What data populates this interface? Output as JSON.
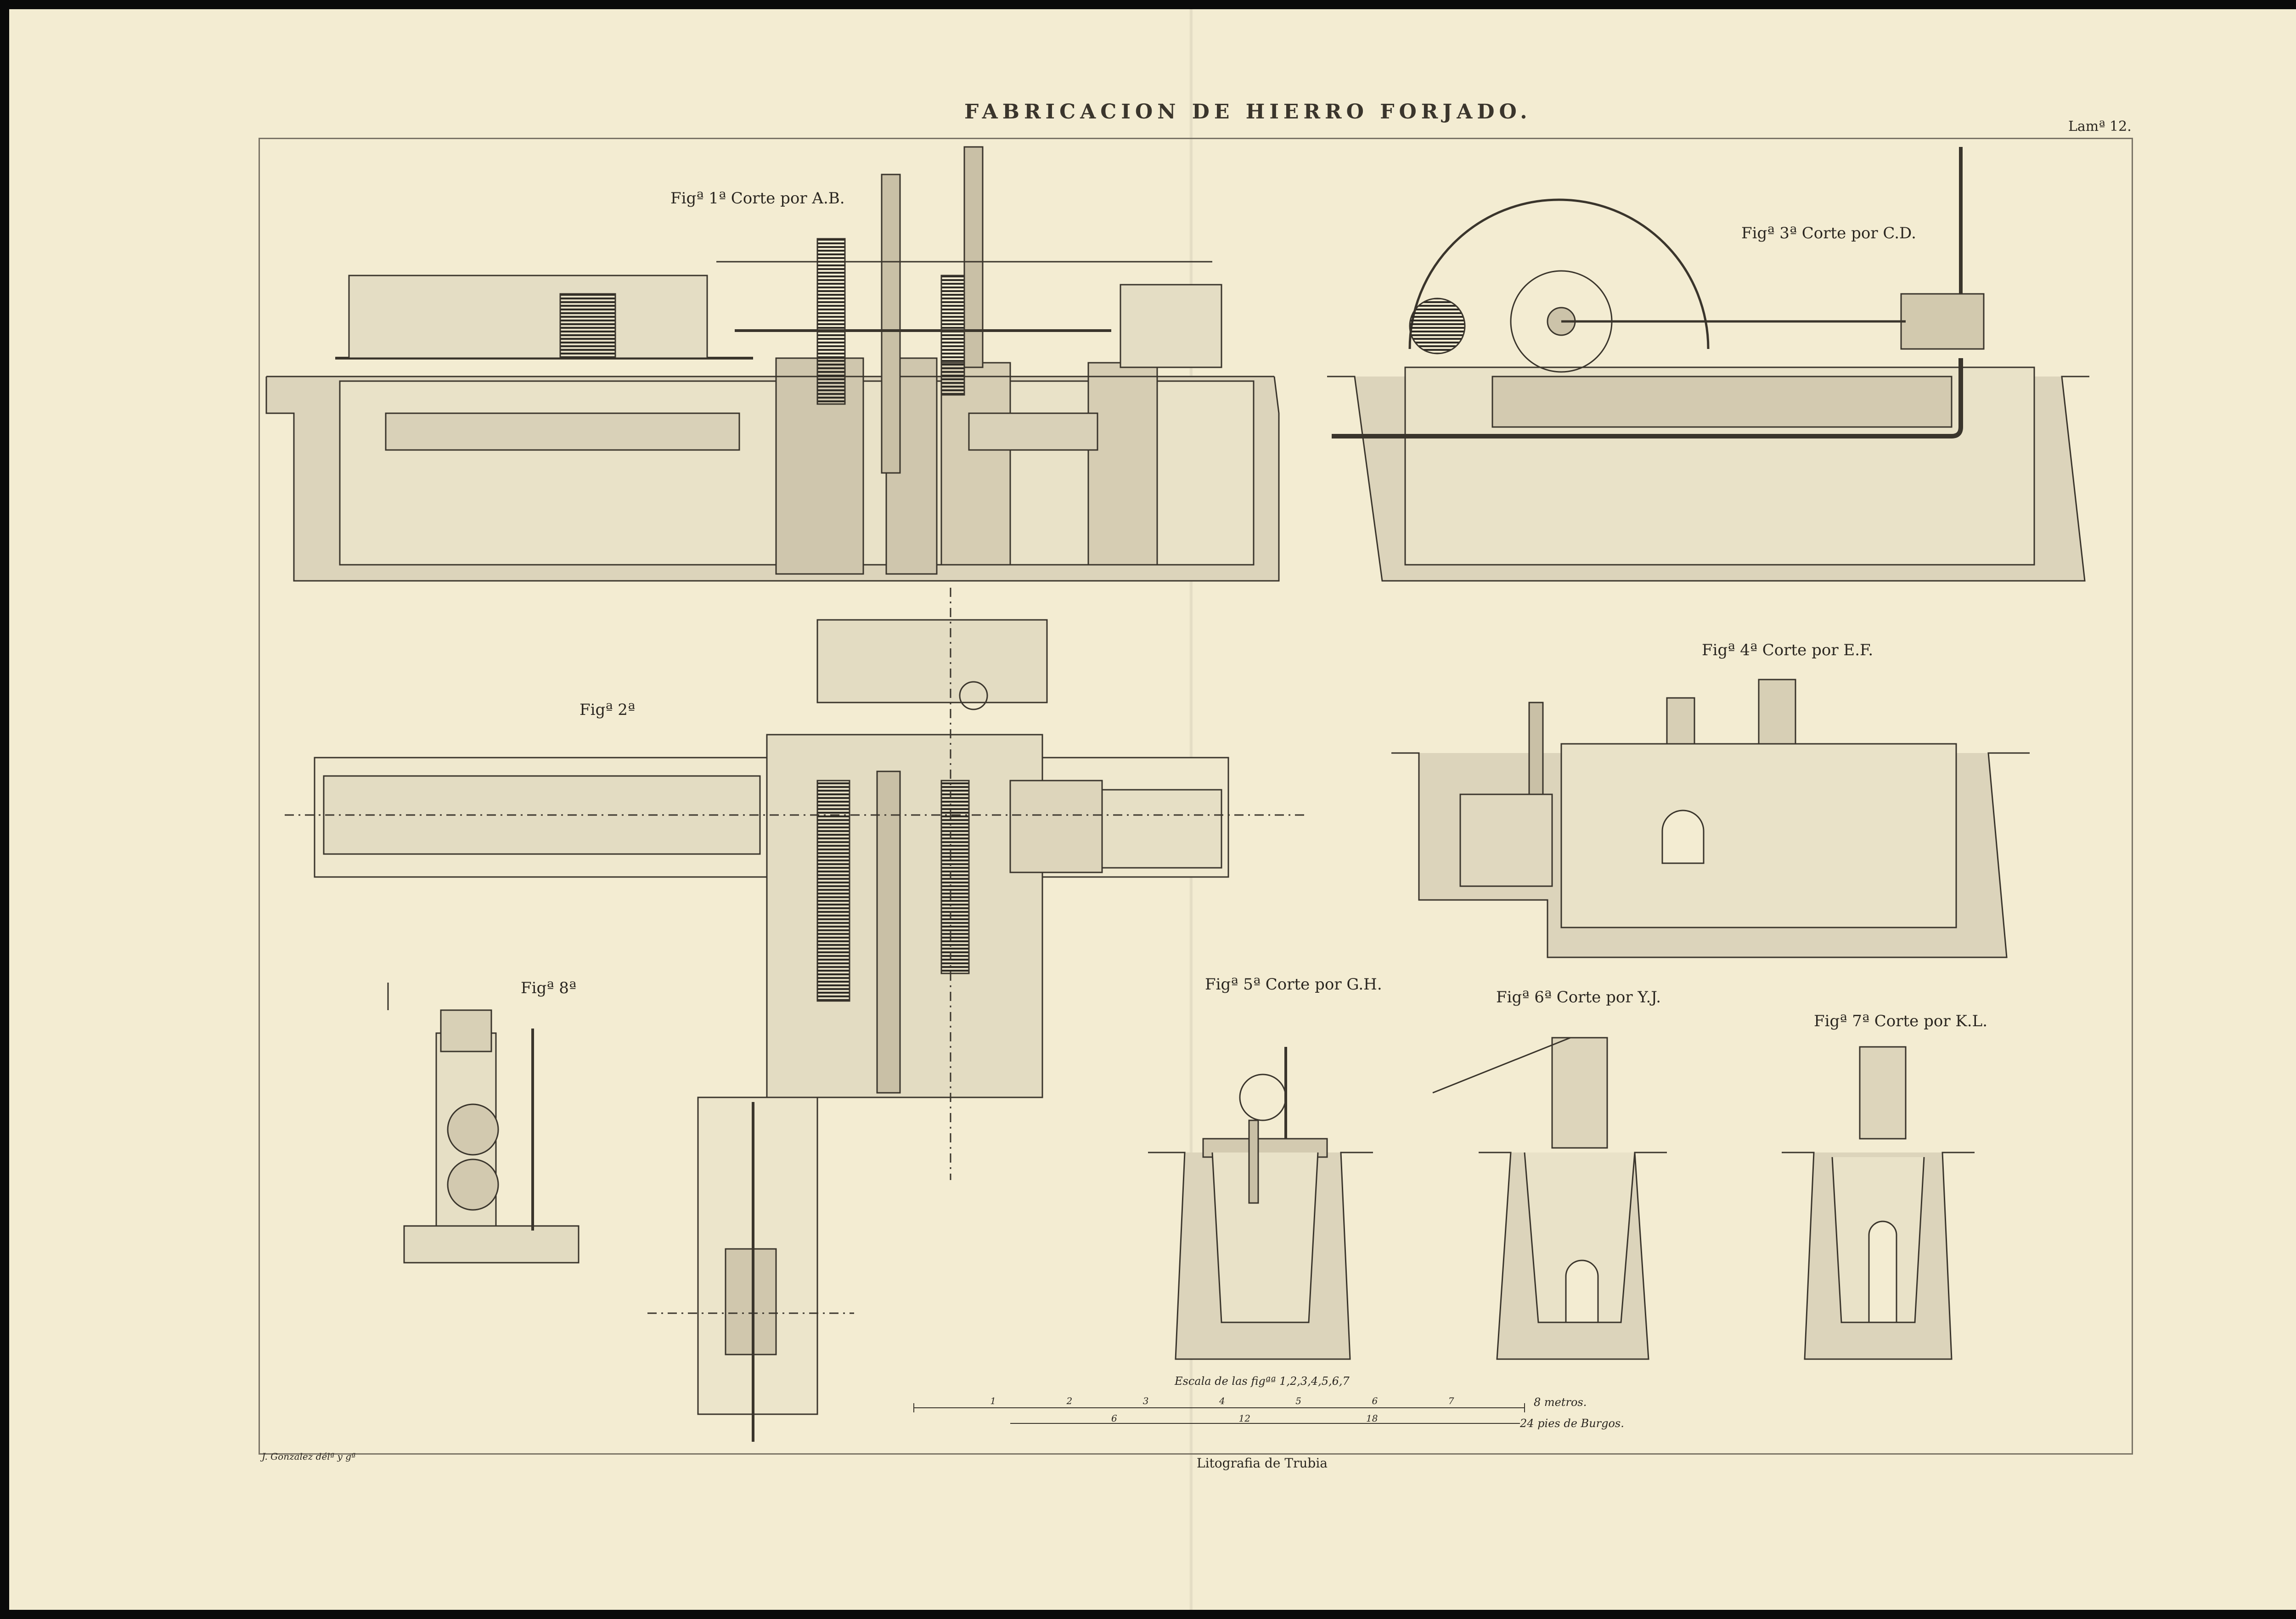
{
  "header": {
    "title": "FABRICACION DE HIERRO FORJADO.",
    "plate": "Lamª 12."
  },
  "figures": {
    "fig1": "Figª 1ª Corte por A.B.",
    "fig2": "Figª 2ª",
    "fig3": "Figª 3ª Corte por C.D.",
    "fig4": "Figª 4ª Corte por E.F.",
    "fig5": "Figª 5ª Corte por G.H.",
    "fig6": "Figª 6ª Corte por Y.J.",
    "fig7": "Figª 7ª Corte por K.L.",
    "fig8": "Figª 8ª"
  },
  "scale": {
    "caption": "Escala de las figªª 1,2,3,4,5,6,7",
    "metros_label": "8 metros.",
    "pies_label": "24 pies de Burgos.",
    "metros_ticks": [
      "1",
      "2",
      "3",
      "4",
      "5",
      "6",
      "7"
    ],
    "pies_ticks": [
      "6",
      "12",
      "18"
    ]
  },
  "footer": {
    "engraver": "J. Gonzalez délª y gª",
    "lithography": "Litografia de Trubia"
  }
}
